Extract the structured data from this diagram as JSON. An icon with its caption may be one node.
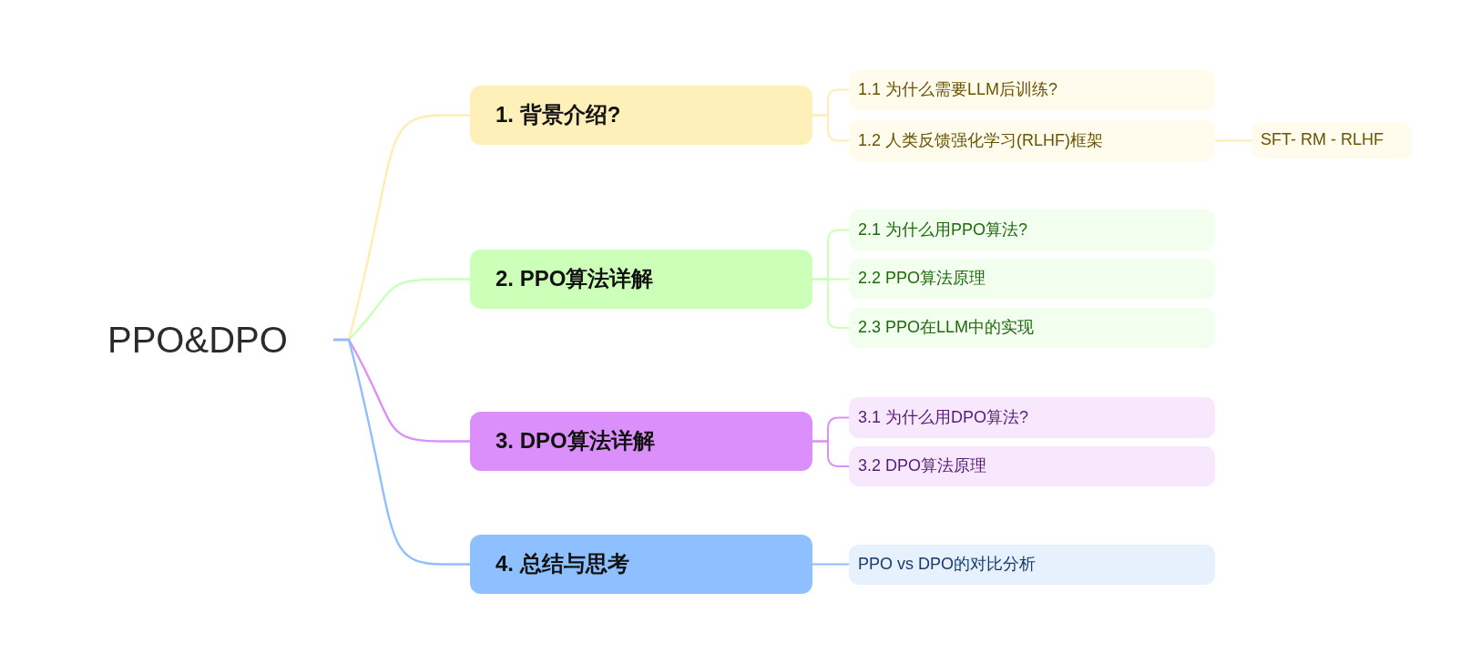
{
  "diagram": {
    "nodes": [
      {
        "text": [
          "PPO&DPO"
        ]
      },
      {
        "text": [
          "1. 背景介绍?"
        ]
      },
      {
        "text": [
          "1.1 为什么需要LLM后训练?"
        ]
      },
      {
        "text": [
          "1.2 人类反馈强化学习(RLHF)框架"
        ]
      },
      {
        "text": [
          "SFT- RM - RLHF"
        ]
      },
      {
        "text": [
          "2. PPO算法详解"
        ]
      },
      {
        "text": [
          "2.1 为什么用PPO算法?"
        ]
      },
      {
        "text": [
          "2.2 PPO算法原理"
        ]
      },
      {
        "text": [
          "2.3 PPO在LLM中的实现"
        ]
      },
      {
        "text": [
          "3. DPO算法详解"
        ]
      },
      {
        "text": [
          "3.1 为什么用DPO算法?"
        ]
      },
      {
        "text": [
          "3.2 DPO算法原理"
        ]
      },
      {
        "text": [
          "4. 总结与思考"
        ]
      },
      {
        "text": [
          "PPO vs DPO的对比分析"
        ]
      }
    ],
    "edges": [
      {
        "from": 0,
        "to": 1,
        "arrow": "none",
        "color": "#ffedb3"
      },
      {
        "from": 1,
        "to": 2,
        "arrow": "none",
        "color": "#ffedb3"
      },
      {
        "from": 1,
        "to": 3,
        "arrow": "none",
        "color": "#ffedb3"
      },
      {
        "from": 3,
        "to": 4,
        "arrow": "none",
        "color": "#ffedb3"
      },
      {
        "from": 0,
        "to": 5,
        "arrow": "none",
        "color": "#ccffb8"
      },
      {
        "from": 5,
        "to": 6,
        "arrow": "none",
        "color": "#ccffb8"
      },
      {
        "from": 5,
        "to": 7,
        "arrow": "none",
        "color": "#ccffb8"
      },
      {
        "from": 5,
        "to": 8,
        "arrow": "none",
        "color": "#ccffb8"
      },
      {
        "from": 0,
        "to": 9,
        "arrow": "none",
        "color": "#db8ffb"
      },
      {
        "from": 9,
        "to": 10,
        "arrow": "none",
        "color": "#db8ffb"
      },
      {
        "from": 9,
        "to": 11,
        "arrow": "none",
        "color": "#db8ffb"
      },
      {
        "from": 0,
        "to": 12,
        "arrow": "none",
        "color": "#8ec0ff"
      },
      {
        "from": 12,
        "to": 13,
        "arrow": "none",
        "color": "#8ec0ff"
      }
    ]
  }
}
